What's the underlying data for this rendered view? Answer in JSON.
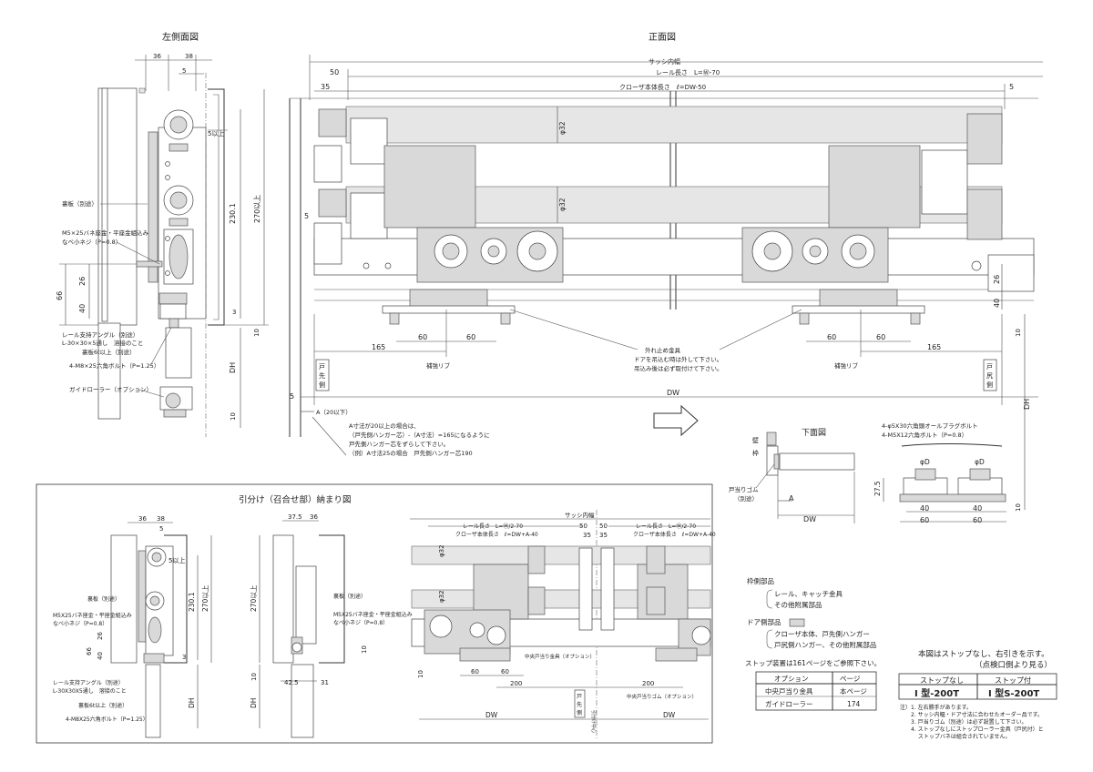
{
  "left_view": {
    "title": "左側面図",
    "dims": {
      "d36": "36",
      "d38": "38",
      "d5": "5",
      "d5up": "5以上",
      "d230": "230.1",
      "d270": "270以上",
      "d26": "26",
      "d40": "40",
      "d66": "66",
      "d3": "3",
      "d10a": "10",
      "d10b": "10",
      "dh": "DH"
    },
    "labels": {
      "back_plate": "裏板（別途）",
      "screw1": "M5×25バネ座金・平座金組込み",
      "screw2": "なべ小ネジ（P=0.8）",
      "rail_angle": "レール支持アングル（別途）",
      "angle_spec": "L-30×30×5通し　溶接のこと",
      "back_plate_t": "裏板6t以上（別途）",
      "bolt": "4-M8×25六角ボルト（P=1.25）",
      "guide_roller": "ガイドローラー（オプション）"
    }
  },
  "front_view": {
    "title": "正面図",
    "dims": {
      "sash": "サッシ内幅",
      "rail_len": "レール長さ　L=Ⓦ-70",
      "closer_len": "クローザ本体長さ　ℓ=DW-50",
      "d50": "50",
      "d35": "35",
      "d5r": "5",
      "d5l": "5",
      "phi32a": "φ32",
      "phi32b": "φ32",
      "d165l": "165",
      "d60a": "60",
      "d60b": "60",
      "d60c": "60",
      "d60d": "60",
      "d165r": "165",
      "d26": "26",
      "d40": "40",
      "d10": "10",
      "dh": "DH",
      "dw": "DW",
      "d5b": "5",
      "a_lbl": "A（20以下）"
    },
    "labels": {
      "rib_l": "補強リブ",
      "rib_r": "補強リブ",
      "stopper1": "外れ止め金具",
      "stopper2": "ドアを吊込む時は外して下さい。",
      "stopper3": "吊込み後は必ず取付けて下さい。",
      "side_l1": "戸",
      "side_l2": "先",
      "side_l3": "側",
      "side_r1": "戸",
      "side_r2": "尻",
      "side_r3": "側",
      "note1": "A寸法が20以上の場合は、",
      "note2": "（戸先側ハンガー芯）-（A寸法）=165になるように",
      "note3": "戸先側ハンガー芯をずらして下さい。",
      "note4": "（例）A寸法25の場合　戸先側ハンガー芯190"
    }
  },
  "bottom_view": {
    "title": "下面図",
    "labels": {
      "frame": "枠",
      "wall": "壁",
      "stop_rubber": "戸当りゴム",
      "separate": "（別途）",
      "a": "A",
      "dw": "DW"
    }
  },
  "detail_view": {
    "labels": {
      "screw": "4-φ5X30六角頭オールプラグボルト",
      "bolt": "4-M5X12六角ボルト（P=0.8）"
    },
    "dims": {
      "phid1": "φD",
      "phid2": "φD",
      "d27": "27.5",
      "d40a": "40",
      "d40b": "40",
      "d60a": "60",
      "d60b": "60",
      "d10": "10"
    }
  },
  "split_view": {
    "title": "引分け（召合せ部）納まり図",
    "dims": {
      "d36": "36",
      "d38": "38",
      "d5": "5",
      "d375": "37.5",
      "d36b": "36",
      "d425": "42.5",
      "d31": "31",
      "d5up": "5以上",
      "d230": "230.1",
      "d270a": "270以上",
      "d270b": "270以上",
      "d66": "66",
      "d40": "40",
      "d26": "26",
      "d3": "3",
      "dh": "DH",
      "dh2": "DH",
      "d10": "10",
      "d10b": "10"
    },
    "labels": {
      "back1": "裏板（別途）",
      "screw1": "M5X25バネ座金・平座金組込み",
      "screw2": "なべ小ネジ（P=0.8）",
      "back2": "裏板（別途）",
      "screw3": "M5X25バネ座金・平座金組込み",
      "screw4": "なべ小ネジ（P=0.8）",
      "rail_angle": "レール支持アングル（別途）",
      "angle_spec": "L-30X30X5通し　溶接のこと",
      "back_t": "裏板6t以上（別途）",
      "bolt": "4-M8X25六角ボルト（P=1.25）"
    },
    "front": {
      "sash": "サッシ内幅",
      "rail_l": "レール長さ　L=Ⓦ/2-70",
      "rail_r": "レール長さ　L=Ⓦ/2-70",
      "closer_l": "クローザ本体長さ　ℓ=DW+A-40",
      "closer_r": "クローザ本体長さ　ℓ=DW+A-40",
      "d50a": "50",
      "d50b": "50",
      "d35a": "35",
      "d35b": "35",
      "phi32a": "φ32",
      "phi32b": "φ32",
      "d10": "10",
      "d60a": "60",
      "d60b": "60",
      "d200a": "200",
      "d200b": "200",
      "dwl": "DW",
      "dwr": "DW",
      "center_stop": "中央戸当り金具（オプション）",
      "center_rubber": "中央戸当りゴム（オプション）",
      "side1": "戸",
      "side2": "先",
      "side3": "側",
      "center_line": "引分け中心"
    }
  },
  "legend": {
    "frame_part": "枠側部品",
    "frame_items": [
      "レール、キャッチ金具",
      "その他附属部品"
    ],
    "door_part": "ドア側部品",
    "door_items": [
      "クローザ本体、戸先側ハンガー",
      "戸尻側ハンガー、その他附属部品"
    ],
    "stop_note": "ストップ装置は161ページをご参照下さい。"
  },
  "option_table": {
    "headers": [
      "オプション",
      "ページ"
    ],
    "rows": [
      [
        "中央戸当り金具",
        "本ページ"
      ],
      [
        "ガイドローラー",
        "174"
      ]
    ]
  },
  "model_info": {
    "note1": "本図はストップなし、右引きを示す。",
    "note2": "（点検口側より見る）",
    "headers": [
      "ストップなし",
      "ストップ付"
    ],
    "models": [
      "I 型-200T",
      "I 型S-200T"
    ],
    "notes": [
      "注）1. 左右勝手があります。",
      "　　2. サッシ内幅・ドア寸法に合わせたオーダー品です。",
      "　　3. 戸当りゴム（別途）は必ず設置して下さい。",
      "　　4. ストップなしにストップローラー金具（戸尻付）と",
      "　　　 ストップバネは組合されていません。"
    ]
  }
}
